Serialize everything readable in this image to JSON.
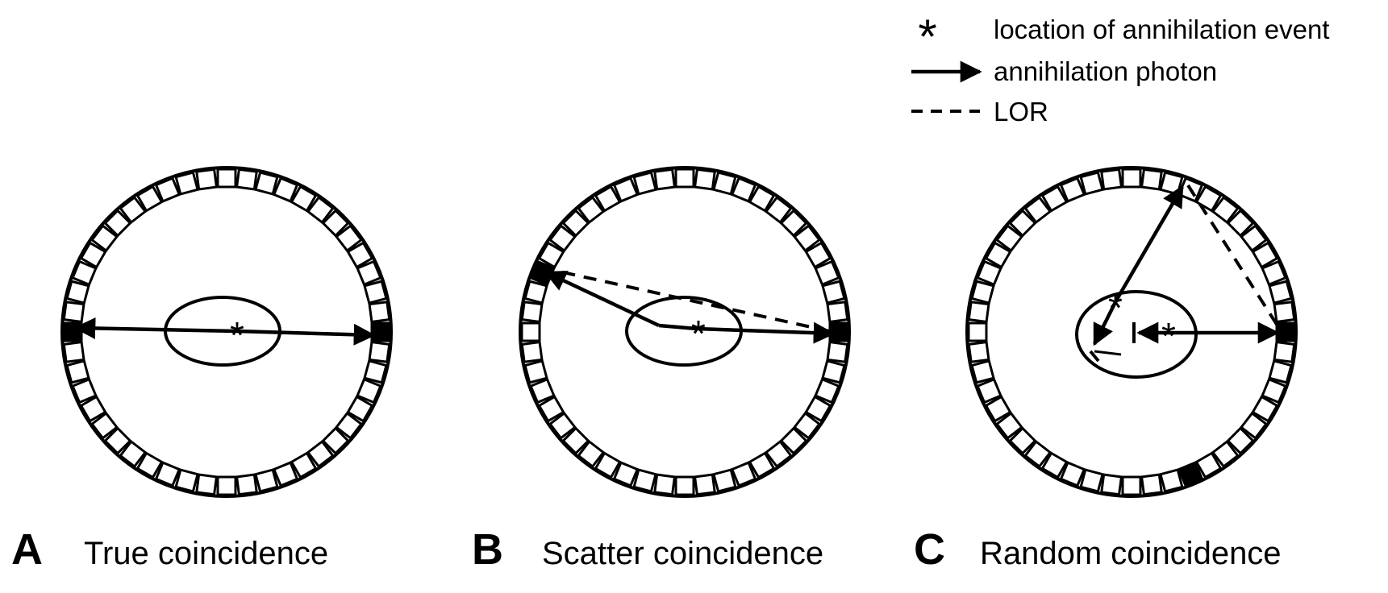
{
  "legend": {
    "event_label": "location of annihilation event",
    "photon_label": "annihilation photon",
    "lor_label": "LOR"
  },
  "panels": [
    {
      "letter": "A",
      "title": "True coincidence"
    },
    {
      "letter": "B",
      "title": "Scatter coincidence"
    },
    {
      "letter": "C",
      "title": "Random coincidence"
    }
  ],
  "symbols": {
    "event_marker": "*"
  },
  "colors": {
    "ink": "#000000",
    "background": "#ffffff"
  }
}
